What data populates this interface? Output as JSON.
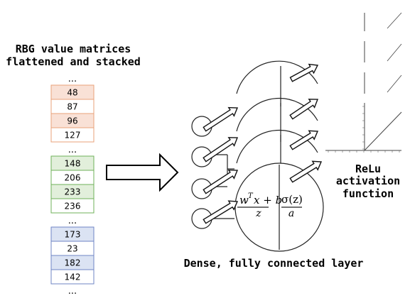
{
  "input_title_line1": "RBG value matrices",
  "input_title_line2": "flattened and stacked",
  "ellipsis": "...",
  "colors": {
    "red_fill": "#f9e1d6",
    "red_border": "#e9a27a",
    "green_fill": "#e2efdb",
    "green_border": "#6fb05a",
    "blue_fill": "#dbe3f3",
    "blue_border": "#6f86c4",
    "white_fill": "#ffffff"
  },
  "red_values": [
    "48",
    "87",
    "96",
    "127"
  ],
  "green_values": [
    "148",
    "206",
    "233",
    "236"
  ],
  "blue_values": [
    "173",
    "23",
    "182",
    "142"
  ],
  "layer_caption": "Dense, fully connected layer",
  "activation_line1": "ReLu",
  "activation_line2": "activation",
  "activation_line3": "function",
  "neuron_formula_top": "w",
  "neuron_formula_sup": "T",
  "neuron_formula_rest": "x + b",
  "neuron_formula_z": "z",
  "neuron_sigma": "σ(z)",
  "neuron_a": "a",
  "arrow_icon": "large-right-arrow"
}
